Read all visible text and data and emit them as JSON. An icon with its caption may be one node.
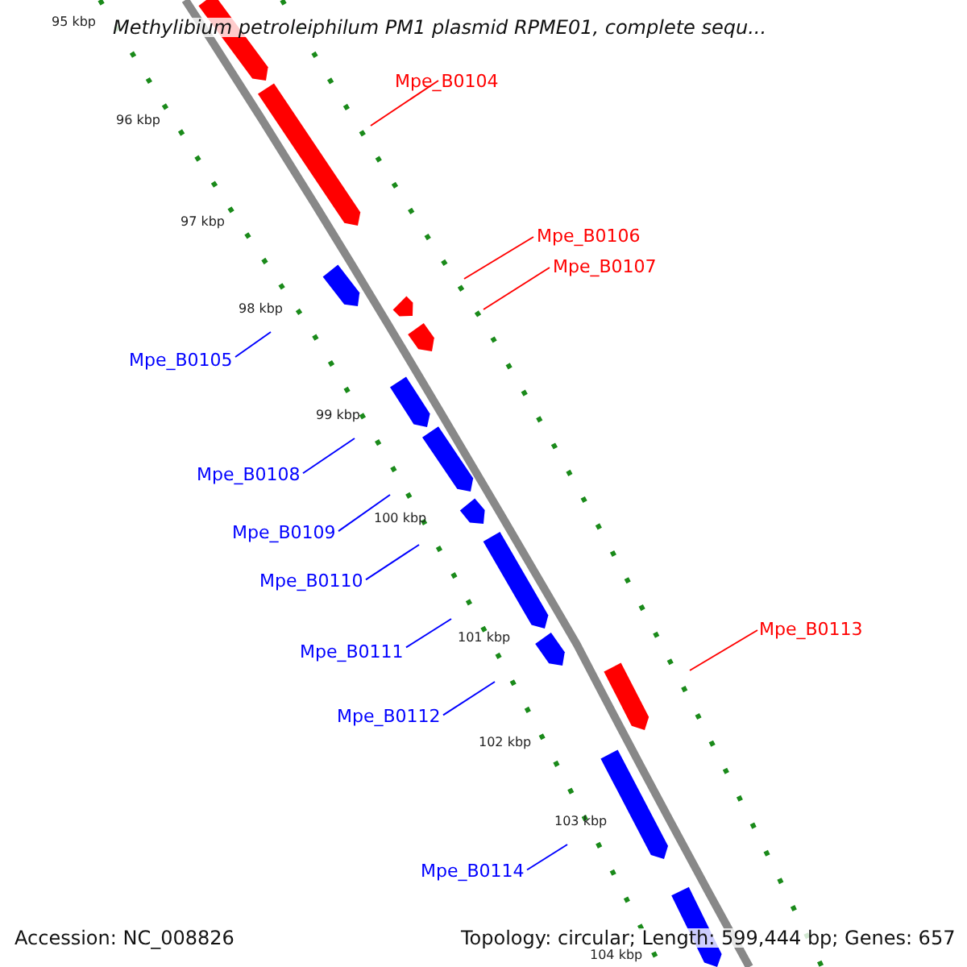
{
  "diagram": {
    "title": "Methylibium petroleiphilum PM1 plasmid RPME01, complete sequ...",
    "nodes": [
      {
        "text": [
          "Mpe_B0104"
        ]
      },
      {
        "text": [
          "Mpe_B0106"
        ]
      },
      {
        "text": [
          "Mpe_B0107"
        ]
      },
      {
        "text": [
          "Mpe_B0105"
        ]
      },
      {
        "text": [
          "Mpe_B0108"
        ]
      },
      {
        "text": [
          "Mpe_B0109"
        ]
      },
      {
        "text": [
          "Mpe_B0110"
        ]
      },
      {
        "text": [
          "Mpe_B0111"
        ]
      },
      {
        "text": [
          "Mpe_B0112"
        ]
      },
      {
        "text": [
          "Mpe_B0113"
        ]
      },
      {
        "text": [
          "Mpe_B0114"
        ]
      }
    ],
    "edges": [
      {
        "from": 0,
        "to": null,
        "arrow": "none",
        "color": "#ff0000"
      },
      {
        "from": 1,
        "to": null,
        "arrow": "none",
        "color": "#ff0000"
      },
      {
        "from": 2,
        "to": null,
        "arrow": "none",
        "color": "#ff0000"
      },
      {
        "from": 3,
        "to": null,
        "arrow": "none"
      },
      {
        "from": 4,
        "to": null,
        "arrow": "none"
      },
      {
        "from": 5,
        "to": null,
        "arrow": "none"
      },
      {
        "from": 6,
        "to": null,
        "arrow": "none"
      },
      {
        "from": 7,
        "to": null,
        "arrow": "none"
      },
      {
        "from": 8,
        "to": null,
        "arrow": "none"
      },
      {
        "from": 9,
        "to": null,
        "arrow": "none",
        "color": "#ff0000"
      },
      {
        "from": 10,
        "to": null,
        "arrow": "none"
      }
    ],
    "labels": [
      "95 kbp",
      "96 kbp",
      "97 kbp",
      "98 kbp",
      "99 kbp",
      "100 kbp",
      "101 kbp",
      "102 kbp",
      "103 kbp",
      "104 kbp",
      "Accession: NC_008826",
      "Topology: circular; Length: 599,444 bp; Genes: 657"
    ]
  }
}
